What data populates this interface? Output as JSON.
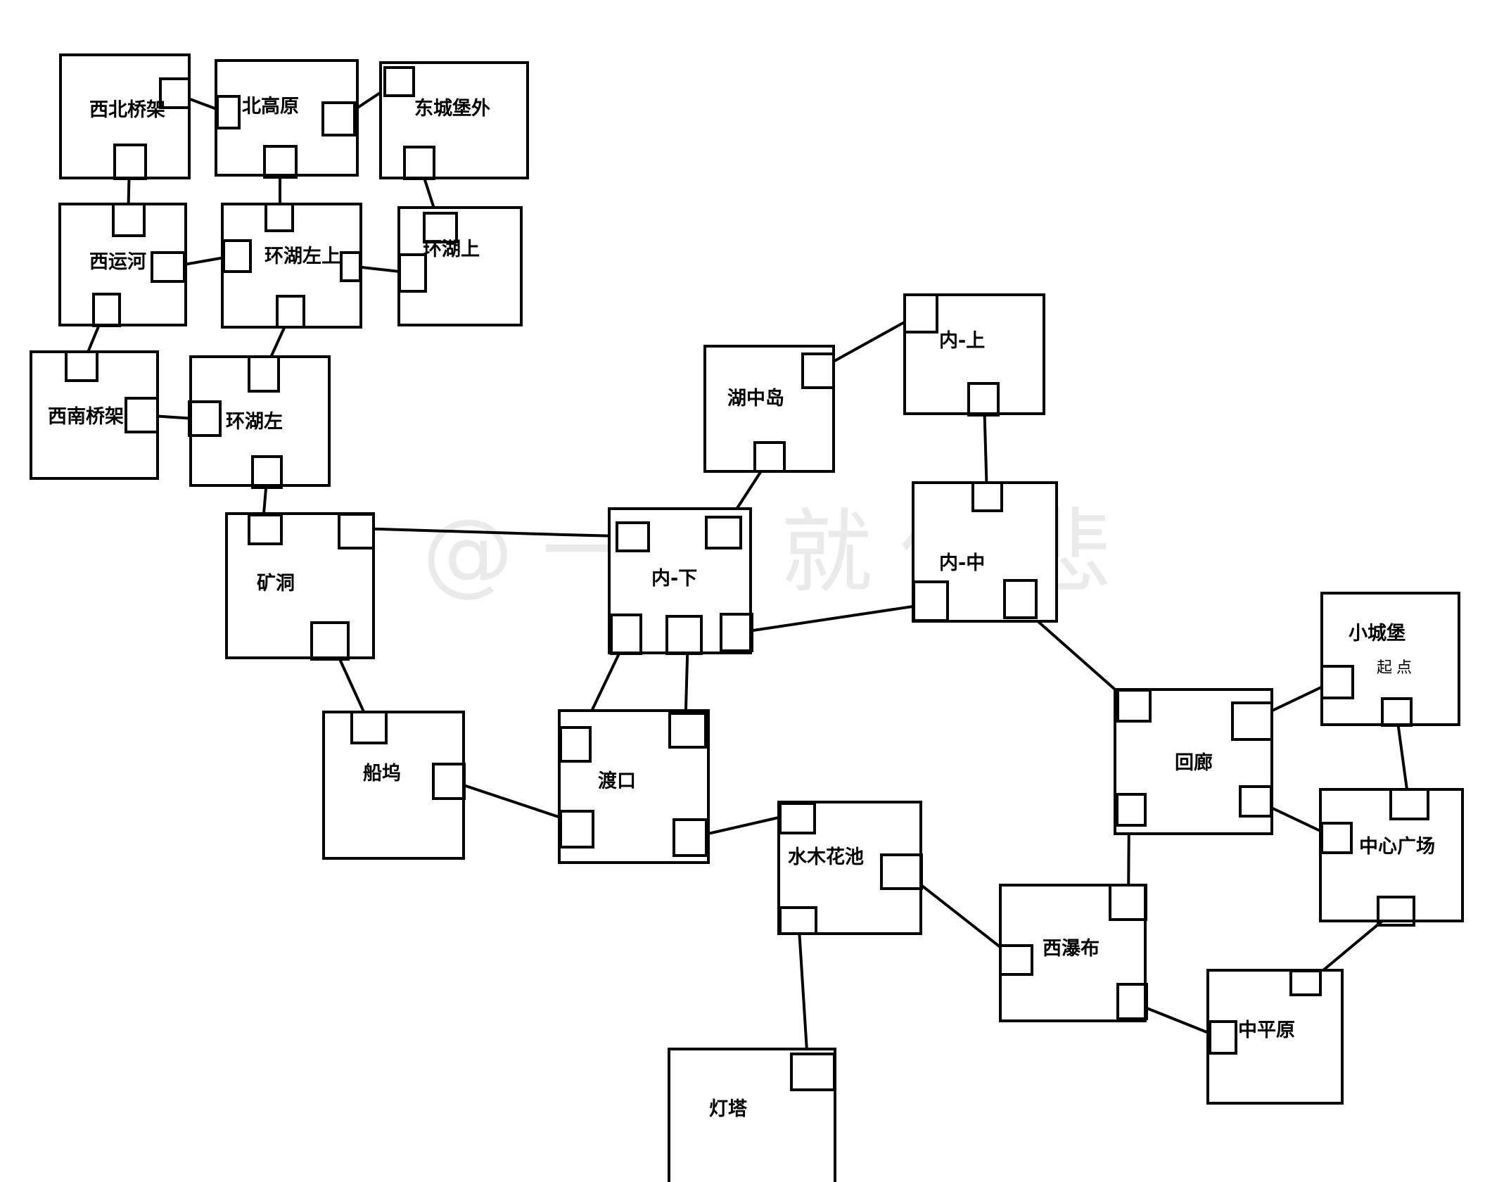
{
  "rooms": [
    {
      "id": "xibeiqiaojia",
      "label": "西北桥架"
    },
    {
      "id": "beigaoyuan",
      "label": "北高原"
    },
    {
      "id": "dongchengbaowai",
      "label": "东城堡外"
    },
    {
      "id": "xiyunhe",
      "label": "西运河"
    },
    {
      "id": "huanhuzuoshang",
      "label": "环湖左上"
    },
    {
      "id": "huanhushang",
      "label": "环湖上"
    },
    {
      "id": "xinanqiaojia",
      "label": "西南桥架"
    },
    {
      "id": "huanhuzuo",
      "label": "环湖左"
    },
    {
      "id": "kuangdong",
      "label": "矿洞"
    },
    {
      "id": "huzhongdao",
      "label": "湖中岛"
    },
    {
      "id": "nei_shang",
      "label": "内-上"
    },
    {
      "id": "nei_zhong",
      "label": "内-中"
    },
    {
      "id": "nei_xia",
      "label": "内-下"
    },
    {
      "id": "chuanwu",
      "label": "船坞"
    },
    {
      "id": "dukou",
      "label": "渡口"
    },
    {
      "id": "shuimuhuachi",
      "label": "水木花池"
    },
    {
      "id": "dengta",
      "label": "灯塔"
    },
    {
      "id": "xipubu",
      "label": "西瀑布"
    },
    {
      "id": "huilang",
      "label": "回廊"
    },
    {
      "id": "xiaochengbao",
      "label": "小城堡",
      "note": "起点"
    },
    {
      "id": "zhongxinguangchang",
      "label": "中心广场"
    },
    {
      "id": "zhongpingyuan",
      "label": "中平原"
    }
  ],
  "connections": [
    [
      "xibeiqiaojia",
      "beigaoyuan"
    ],
    [
      "beigaoyuan",
      "dongchengbaowai"
    ],
    [
      "xibeiqiaojia",
      "xiyunhe"
    ],
    [
      "beigaoyuan",
      "huanhuzuoshang"
    ],
    [
      "dongchengbaowai",
      "huanhushang"
    ],
    [
      "xiyunhe",
      "huanhuzuoshang"
    ],
    [
      "huanhuzuoshang",
      "huanhushang"
    ],
    [
      "xiyunhe",
      "xinanqiaojia"
    ],
    [
      "huanhuzuoshang",
      "huanhuzuo"
    ],
    [
      "xinanqiaojia",
      "huanhuzuo"
    ],
    [
      "huanhuzuo",
      "kuangdong"
    ],
    [
      "kuangdong",
      "nei_xia"
    ],
    [
      "kuangdong",
      "chuanwu"
    ],
    [
      "huzhongdao",
      "nei_shang"
    ],
    [
      "huzhongdao",
      "nei_xia"
    ],
    [
      "nei_shang",
      "nei_zhong"
    ],
    [
      "nei_xia",
      "nei_zhong"
    ],
    [
      "nei_xia",
      "dukou"
    ],
    [
      "chuanwu",
      "dukou"
    ],
    [
      "dukou",
      "shuimuhuachi"
    ],
    [
      "shuimuhuachi",
      "dengta"
    ],
    [
      "shuimuhuachi",
      "xipubu"
    ],
    [
      "nei_zhong",
      "huilang"
    ],
    [
      "huilang",
      "xiaochengbao"
    ],
    [
      "huilang",
      "zhongxinguangchang"
    ],
    [
      "huilang",
      "xipubu"
    ],
    [
      "xiaochengbao",
      "zhongxinguangchang"
    ],
    [
      "zhongxinguangchang",
      "zhongpingyuan"
    ],
    [
      "xipubu",
      "zhongpingyuan"
    ]
  ],
  "watermark": "@一败就伤悲"
}
